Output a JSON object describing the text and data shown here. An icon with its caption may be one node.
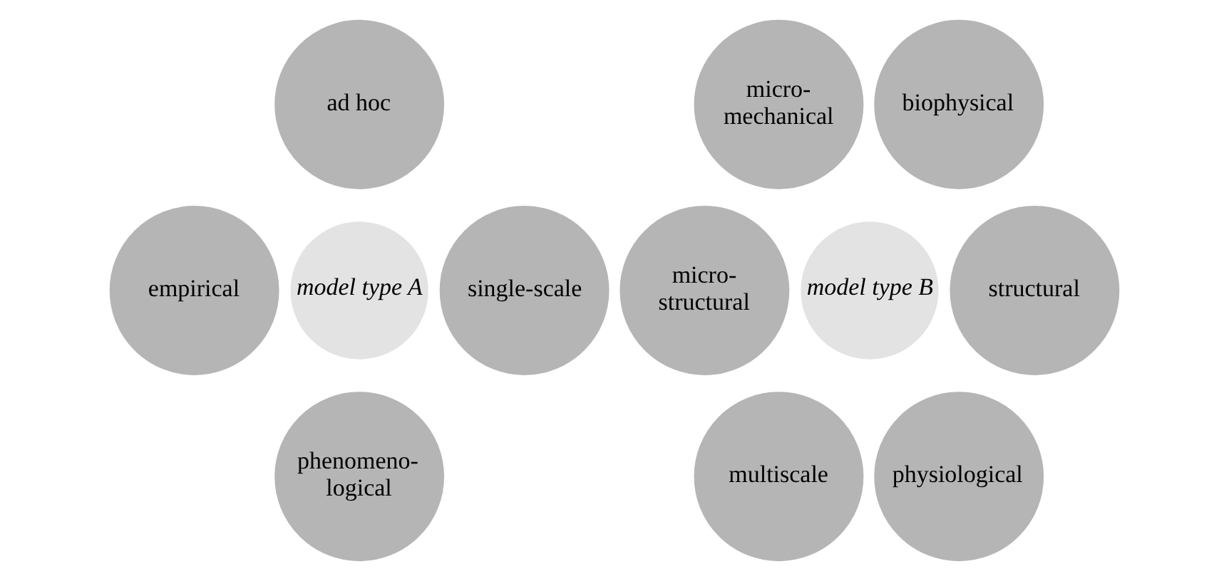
{
  "diagram": {
    "nodes": [
      {
        "text": [
          "ad hoc"
        ]
      },
      {
        "text": [
          "empirical"
        ]
      },
      {
        "text": [
          "model type A"
        ]
      },
      {
        "text": [
          "single-scale"
        ]
      },
      {
        "text": [
          "phenomeno- logical"
        ]
      },
      {
        "text": [
          "micro- mechanical"
        ]
      },
      {
        "text": [
          "biophysical"
        ]
      },
      {
        "text": [
          "micro- structural"
        ]
      },
      {
        "text": [
          "model type B"
        ]
      },
      {
        "text": [
          "structural"
        ]
      },
      {
        "text": [
          "multiscale"
        ]
      },
      {
        "text": [
          "physiological"
        ]
      }
    ]
  }
}
